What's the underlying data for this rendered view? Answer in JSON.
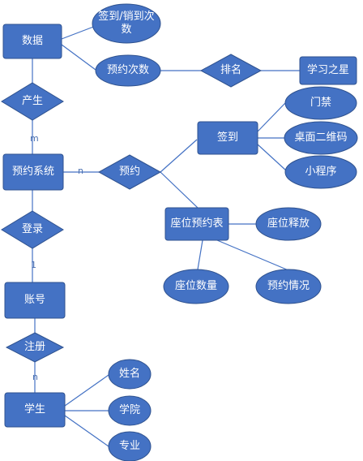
{
  "colors": {
    "fill": "#4472c4",
    "stroke": "#2f528f",
    "line": "#4472c4",
    "text": "#ffffff",
    "cardinality": "#4a6fb0"
  },
  "entities": {
    "data": "数据",
    "reservation_system": "预约系统",
    "seat_table": "座位预约表",
    "account": "账号",
    "student": "学生",
    "star_of_learning": "学习之星",
    "checkin": "签到"
  },
  "relations": {
    "produce": "产生",
    "ranking": "排名",
    "reserve": "预约",
    "login": "登录",
    "register": "注册"
  },
  "attributes": {
    "checkin_count_line1": "签到/销到次",
    "checkin_count_line2": "数",
    "reserve_count": "预约次数",
    "gate": "门禁",
    "desktop_qr": "桌面二维码",
    "mini_program": "小程序",
    "seat_release": "座位释放",
    "seat_quantity": "座位数量",
    "reserve_status": "预约情况",
    "name": "姓名",
    "college": "学院",
    "major": "专业"
  },
  "cardinality": {
    "m": "m",
    "n_reserve": "n",
    "one_login": "1",
    "n_register": "n"
  }
}
